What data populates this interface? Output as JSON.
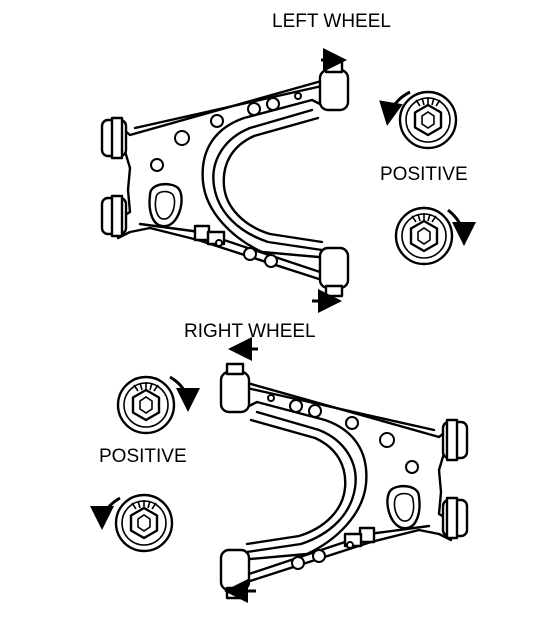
{
  "labels": {
    "left_title": "LEFT WHEEL",
    "left_positive": "POSITIVE",
    "right_title": "RIGHT WHEEL",
    "right_positive": "POSITIVE"
  },
  "icons": [
    "control-arm",
    "cam-bolt",
    "rotation-arrow",
    "direction-arrow"
  ]
}
